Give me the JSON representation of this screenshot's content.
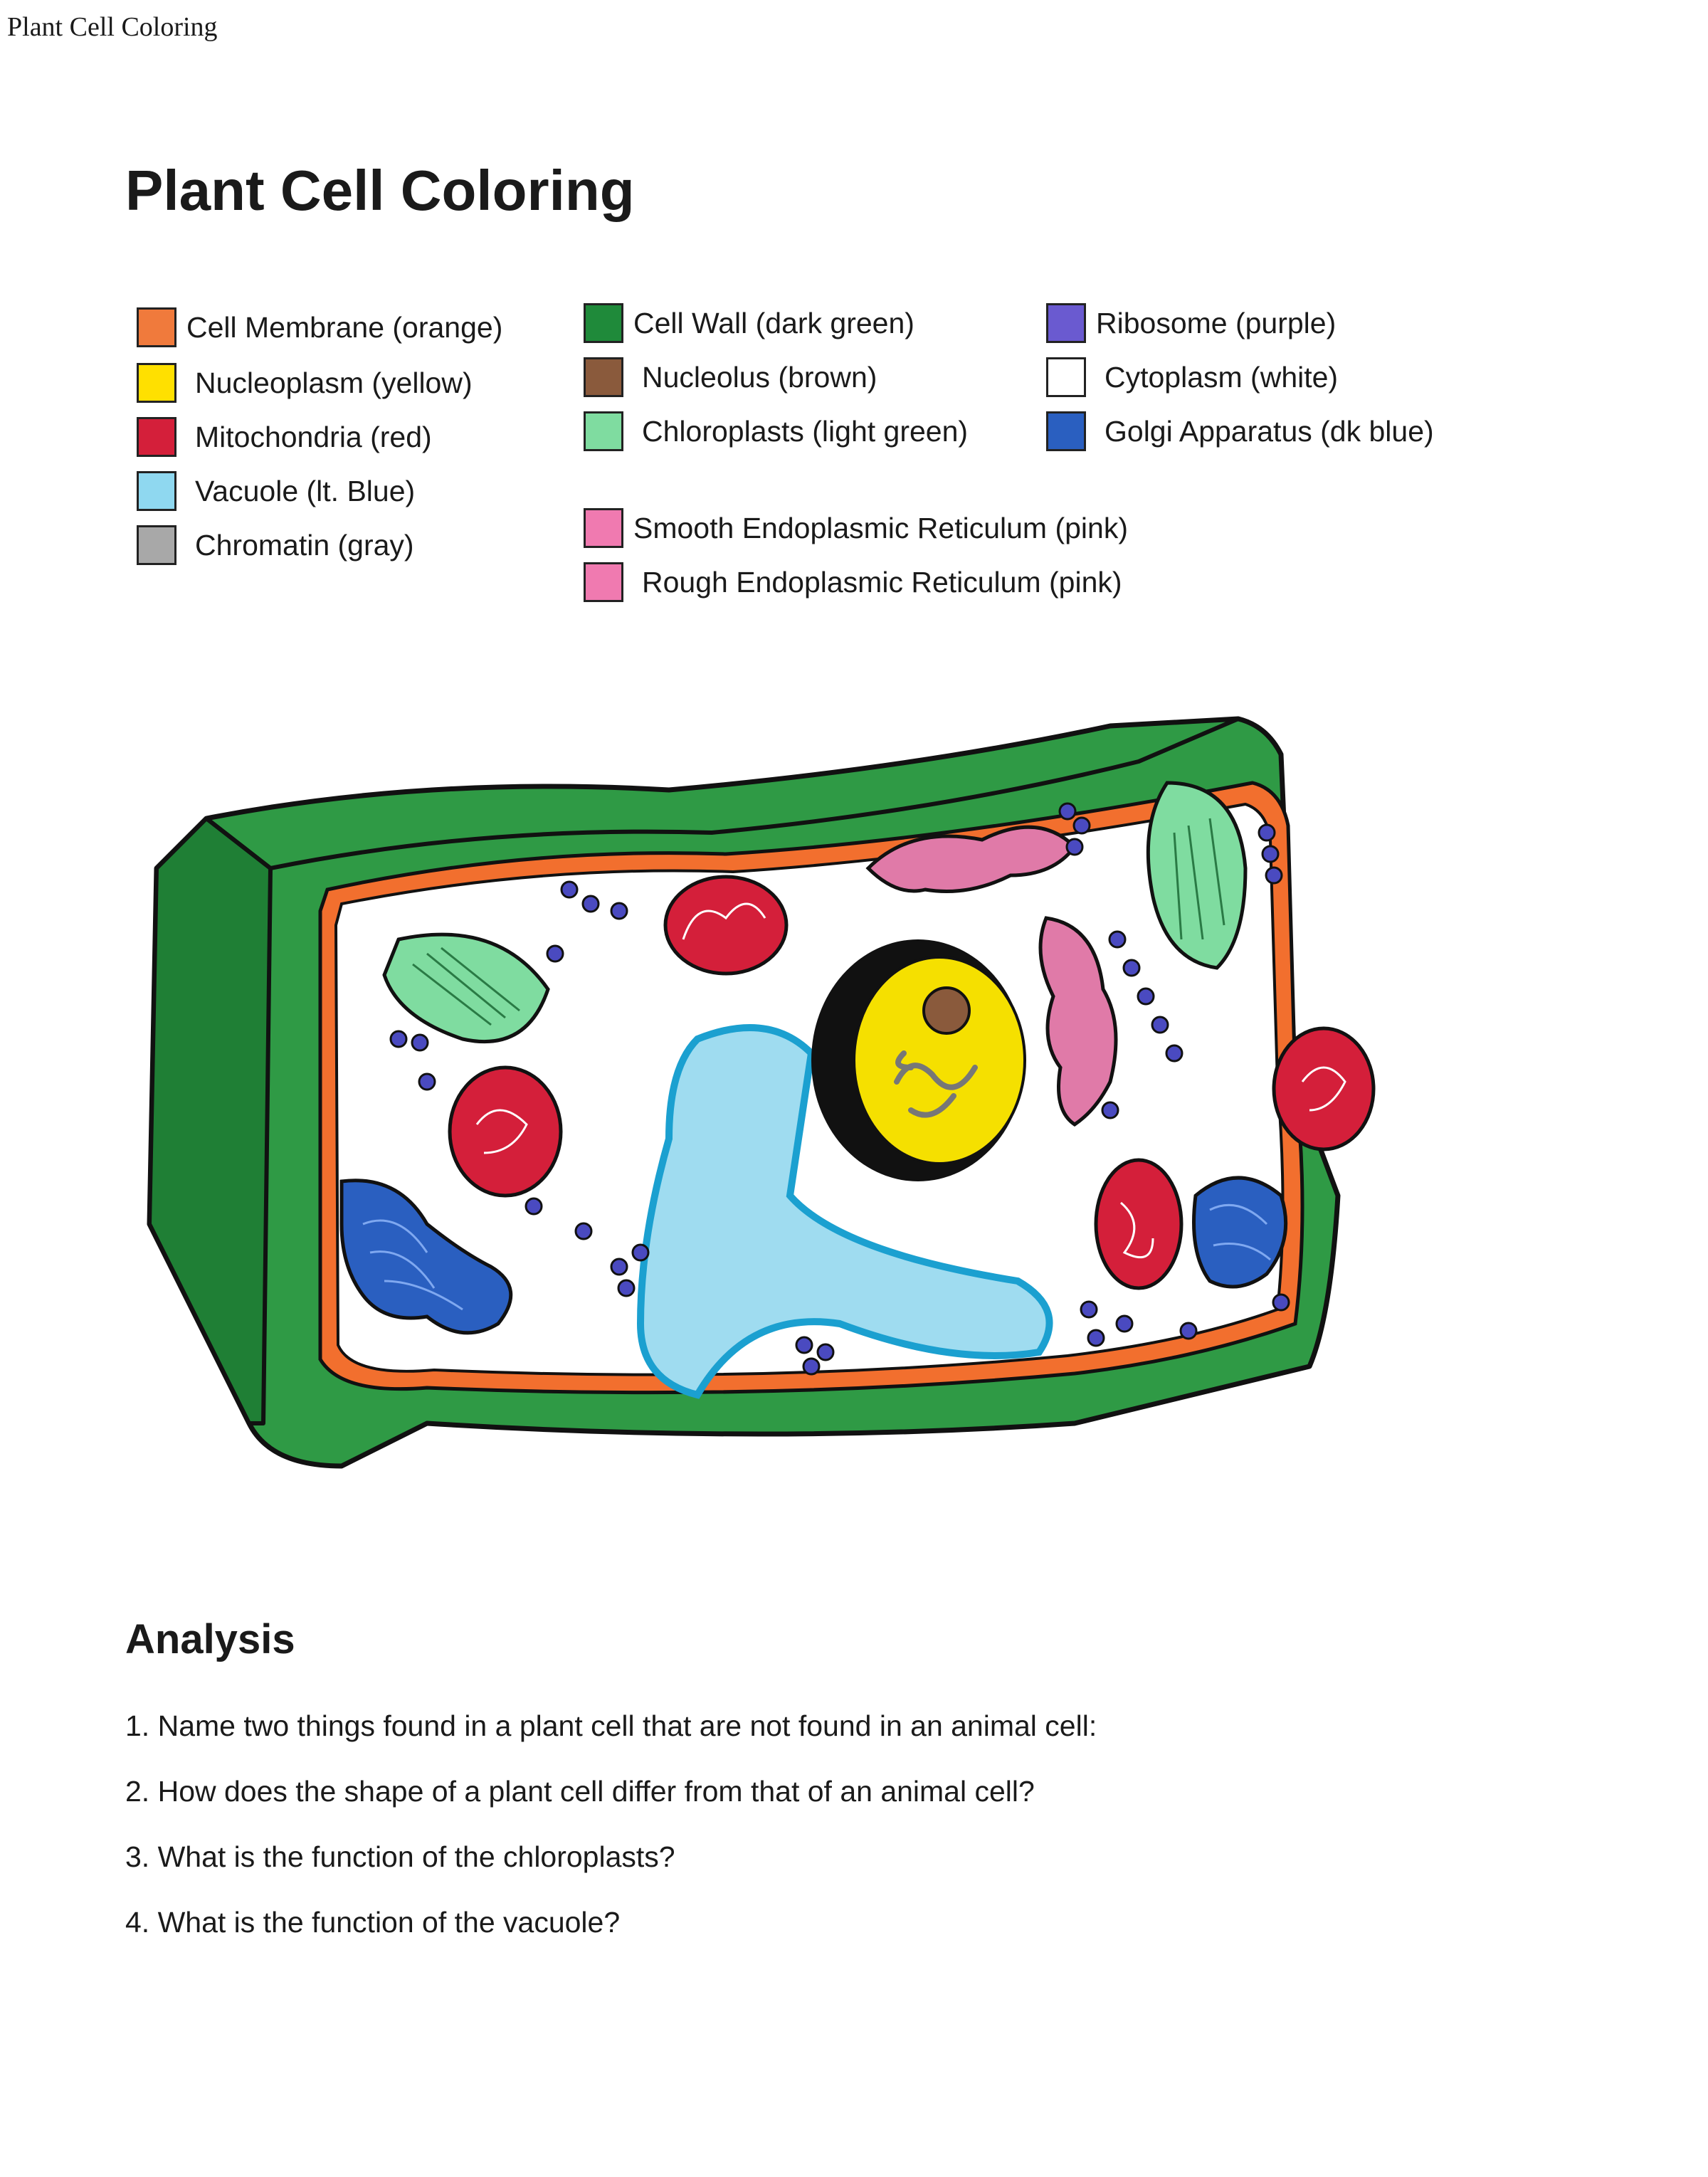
{
  "header": {
    "text": "Plant Cell Coloring"
  },
  "title": "Plant Cell Coloring",
  "legend": [
    {
      "label": "Cell Membrane (orange)",
      "color": "#f07a3c"
    },
    {
      "label": "Nucleoplasm (yellow)",
      "color": "#ffe000"
    },
    {
      "label": "Mitochondria (red)",
      "color": "#d41f3a"
    },
    {
      "label": "Vacuole (lt. Blue)",
      "color": "#8fd8f0"
    },
    {
      "label": "Chromatin (gray)",
      "color": "#a8a8a8"
    },
    {
      "label": "Cell Wall (dark green)",
      "color": "#1f8a3a"
    },
    {
      "label": "Nucleolus (brown)",
      "color": "#8a5a3c"
    },
    {
      "label": "Chloroplasts (light green)",
      "color": "#7fdca0"
    },
    {
      "label": "Smooth Endoplasmic Reticulum (pink)",
      "color": "#f07ab0"
    },
    {
      "label": "Rough Endoplasmic Reticulum (pink)",
      "color": "#f07ab0"
    },
    {
      "label": "Ribosome (purple)",
      "color": "#6a5ad0"
    },
    {
      "label": "Cytoplasm (white)",
      "color": "#ffffff"
    },
    {
      "label": "Golgi Apparatus (dk blue)",
      "color": "#2a5fc0"
    }
  ],
  "analysis": {
    "title": "Analysis",
    "questions": [
      "1. Name two things found in a plant cell that are not found in an animal cell:",
      "2. How does the shape of a plant cell differ from that of an animal cell?",
      "3. What is the function of the chloroplasts?",
      "4. What is the function of the vacuole?"
    ]
  }
}
